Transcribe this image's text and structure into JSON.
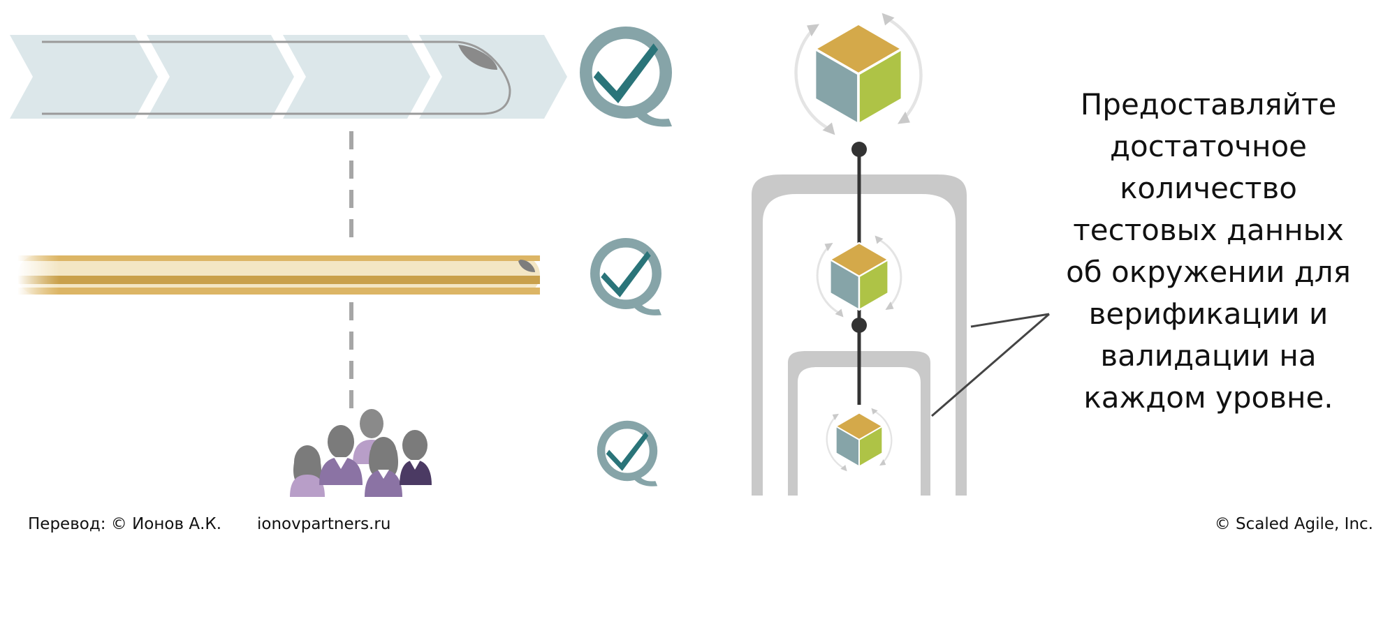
{
  "callout": {
    "lines": [
      "Предоставляйте",
      "достаточное",
      "количество",
      "тестовых данных",
      "об окружении для",
      "верификации и",
      "валидации на",
      "каждом уровне."
    ]
  },
  "footer": {
    "translation": "Перевод: © Ионов А.К.",
    "site": "ionovpartners.ru",
    "copyright": "© Scaled Agile,  Inc."
  },
  "colors": {
    "chevron_fill": "#dce7ea",
    "pipe_gold": "#dcb565",
    "cube_top": "#d4a94a",
    "cube_left": "#86a4a8",
    "cube_right": "#aec346",
    "quality_ring": "#86a4a8",
    "check_teal": "#2a7479",
    "frame_gray": "#c9c9c9",
    "team_purple": "#8b73a4",
    "team_dark_purple": "#4b3a63",
    "team_light_purple": "#b89ec8",
    "team_gray": "#7b7b7b"
  },
  "icons": {
    "quality": "q-checkmark-icon",
    "cube": "solution-cube-icon",
    "team": "team-people-icon"
  }
}
